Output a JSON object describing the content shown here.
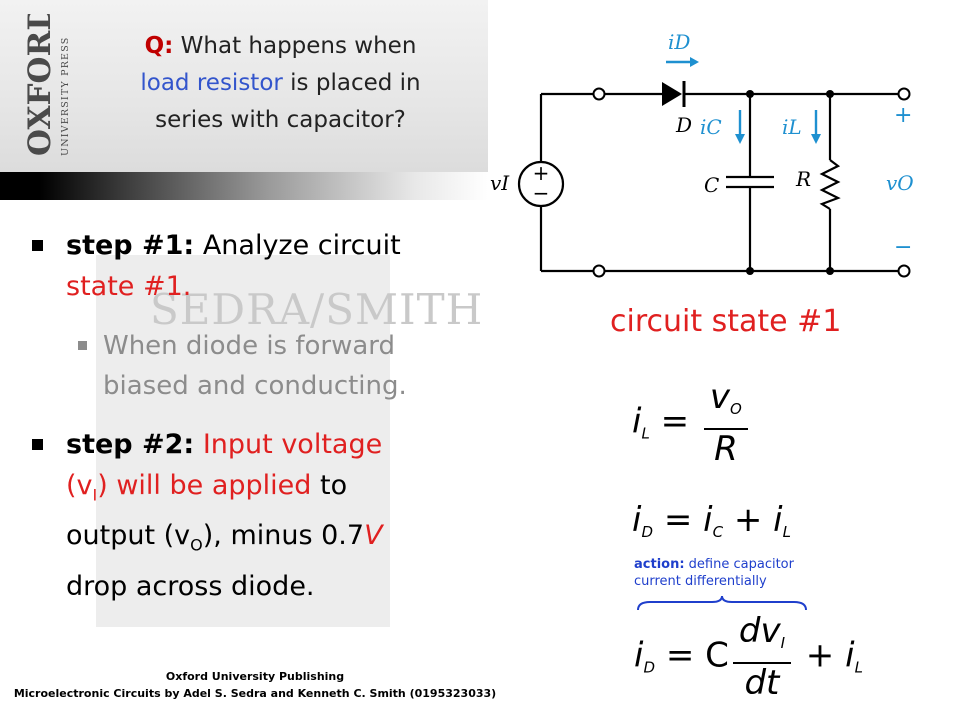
{
  "header": {
    "logo_text": "OXFORD",
    "logo_subtext": "UNIVERSITY PRESS",
    "question_prefix": "Q:",
    "question_part1": " What happens when",
    "question_highlight": "load resistor",
    "question_part2": " is placed in series with capacitor?"
  },
  "background_book_title": "SEDRA/SMITH",
  "bullets": {
    "step1_label": "step #1:",
    "step1_text": " Analyze circuit",
    "step1_red": "state #1.",
    "sub1_text": "When diode is forward biased and conducting.",
    "step2_label": "step #2:",
    "step2_red1": "Input voltage (v",
    "step2_red_sub": "I",
    "step2_red2": ") will be applied",
    "step2_text1": " to output (v",
    "step2_sub": "O",
    "step2_text2": "), minus 0.7",
    "step2_red_v": "V",
    "step2_text3": " drop across diode."
  },
  "circuit": {
    "label_iD": "iD",
    "label_D": "D",
    "label_iC": "iC",
    "label_C": "C",
    "label_iL": "iL",
    "label_R": "R",
    "label_vI": "vI",
    "label_vO": "vO",
    "label_plus": "+",
    "label_minus": "−",
    "source_plus": "+",
    "source_minus": "−",
    "state_label": "circuit state #1"
  },
  "equations": {
    "eq1_lhs": "i",
    "eq1_lhs_sub": "L",
    "eq1_eq": " = ",
    "eq1_num": "v",
    "eq1_num_sub": "O",
    "eq1_den": "R",
    "eq2_i1": "i",
    "eq2_i1_sub": "D",
    "eq2_eq": " = ",
    "eq2_i2": "i",
    "eq2_i2_sub": "C",
    "eq2_plus": " + ",
    "eq2_i3": "i",
    "eq2_i3_sub": "L",
    "action_label": "action:",
    "action_text": " define capacitor",
    "action_text2": "current differentially",
    "eq3_i1": "i",
    "eq3_i1_sub": "D",
    "eq3_eq": " = C",
    "eq3_num": "dv",
    "eq3_num_sub": "I",
    "eq3_den": "dt",
    "eq3_plus": " + ",
    "eq3_i2": "i",
    "eq3_i2_sub": "L"
  },
  "footer": {
    "line1": "Oxford University Publishing",
    "line2": "Microelectronic Circuits by Adel S. Sedra and Kenneth C. Smith (0195323033)"
  },
  "colors": {
    "accent_red": "#e02020",
    "header_red": "#c00000",
    "header_blue": "#3355cc",
    "circuit_blue": "#1e90d0",
    "action_blue": "#1f3fcc",
    "sub_bullet_gray": "#8c8c8c"
  }
}
